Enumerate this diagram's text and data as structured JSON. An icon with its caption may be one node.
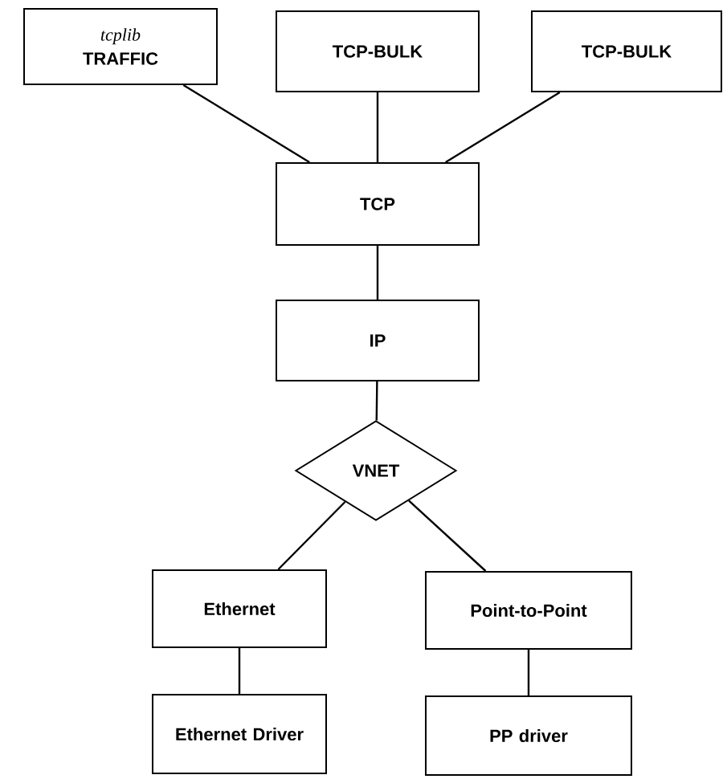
{
  "diagram": {
    "nodes": [
      {
        "text": [
          "tcplib",
          "TRAFFIC"
        ]
      },
      {
        "text": [
          "TCP-BULK"
        ]
      },
      {
        "text": [
          "TCP-BULK"
        ]
      },
      {
        "text": [
          "TCP"
        ]
      },
      {
        "text": [
          "IP"
        ]
      },
      {
        "text": [
          "VNET"
        ]
      },
      {
        "text": [
          "Ethernet"
        ]
      },
      {
        "text": [
          "Point-to-Point"
        ]
      },
      {
        "text": [
          "Ethernet Driver"
        ]
      },
      {
        "text": [
          "PP driver"
        ]
      }
    ],
    "edges": [
      {
        "from": 0,
        "to": 3,
        "arrow": "none"
      },
      {
        "from": 1,
        "to": 3,
        "arrow": "none"
      },
      {
        "from": 2,
        "to": 3,
        "arrow": "none"
      },
      {
        "from": 3,
        "to": 4,
        "arrow": "none"
      },
      {
        "from": 4,
        "to": 5,
        "arrow": "none"
      },
      {
        "from": 5,
        "to": 6,
        "arrow": "none"
      },
      {
        "from": 5,
        "to": 7,
        "arrow": "none"
      },
      {
        "from": 6,
        "to": 8,
        "arrow": "none"
      },
      {
        "from": 7,
        "to": 9,
        "arrow": "none"
      }
    ]
  }
}
